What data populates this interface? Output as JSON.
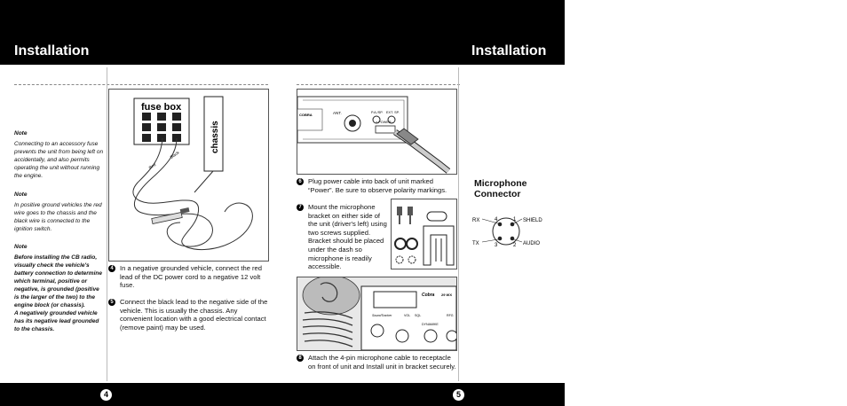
{
  "header": {
    "left_title": "Installation",
    "right_title": "Installation"
  },
  "footer": {
    "left_page": "4",
    "right_page": "5"
  },
  "notes": [
    {
      "heading": "Note",
      "body": "Connecting to an accessory fuse prevents the unit from being left on accidentally, and also permits operating the unit without running the engine."
    },
    {
      "heading": "Note",
      "body": "In positive ground vehicles the red wire goes to the chassis and the black wire is connected to the ignition switch."
    },
    {
      "heading": "Note",
      "body": "Before installing the CB radio, visually check the vehicle's battery connection to determine which terminal, positive or negative, is grounded (positive is the larger of the two) to the engine block (or chassis).",
      "body2": "A negatively grounded vehicle has its negative lead grounded to the chassis."
    }
  ],
  "fuse_figure": {
    "fuse_box_label": "fuse box",
    "chassis_label": "chassis",
    "red_label": "Red",
    "black_label": "Black"
  },
  "steps": [
    {
      "num": "4",
      "text": "In a negative grounded vehicle, connect the red lead of the DC power cord to a negative 12 volt fuse."
    },
    {
      "num": "5",
      "text": "Connect the black lead to the negative side of the vehicle. This is usually the chassis. Any convenient location with a good electrical contact (remove paint) may be used."
    },
    {
      "num": "6",
      "text": "Plug power cable into back of unit marked “Power”. Be sure to observe polarity markings."
    },
    {
      "num": "7",
      "text": "Mount the microphone bracket on either side of the unit (driver's left) using two screws supplied. Bracket should be placed under the dash so microphone is readily accessible."
    },
    {
      "num": "8",
      "text": "Attach the 4-pin microphone cable to receptacle on front of unit and Install unit in bracket securely."
    }
  ],
  "power_figure": {
    "ant_label": "ANT.",
    "pa_label": "P.A./SP.",
    "ext_label": "EXT. SP.",
    "power_label": "+ POWER –",
    "brand": "COBRA"
  },
  "radio_figure": {
    "brand": "Cobra",
    "model": "29 WX",
    "sound_label": "SoundTracker",
    "volume_label": "VOL",
    "squelch_label": "SQL",
    "dynamike_label": "DYNAMIKE",
    "rfg_label": "RFG"
  },
  "mic_connector": {
    "title": "Microphone Connector",
    "pins": {
      "rx": "RX",
      "tx": "TX",
      "shield": "SHIELD",
      "audio": "AUDIO",
      "p1": "1",
      "p2": "2",
      "p3": "3",
      "p4": "4"
    }
  }
}
